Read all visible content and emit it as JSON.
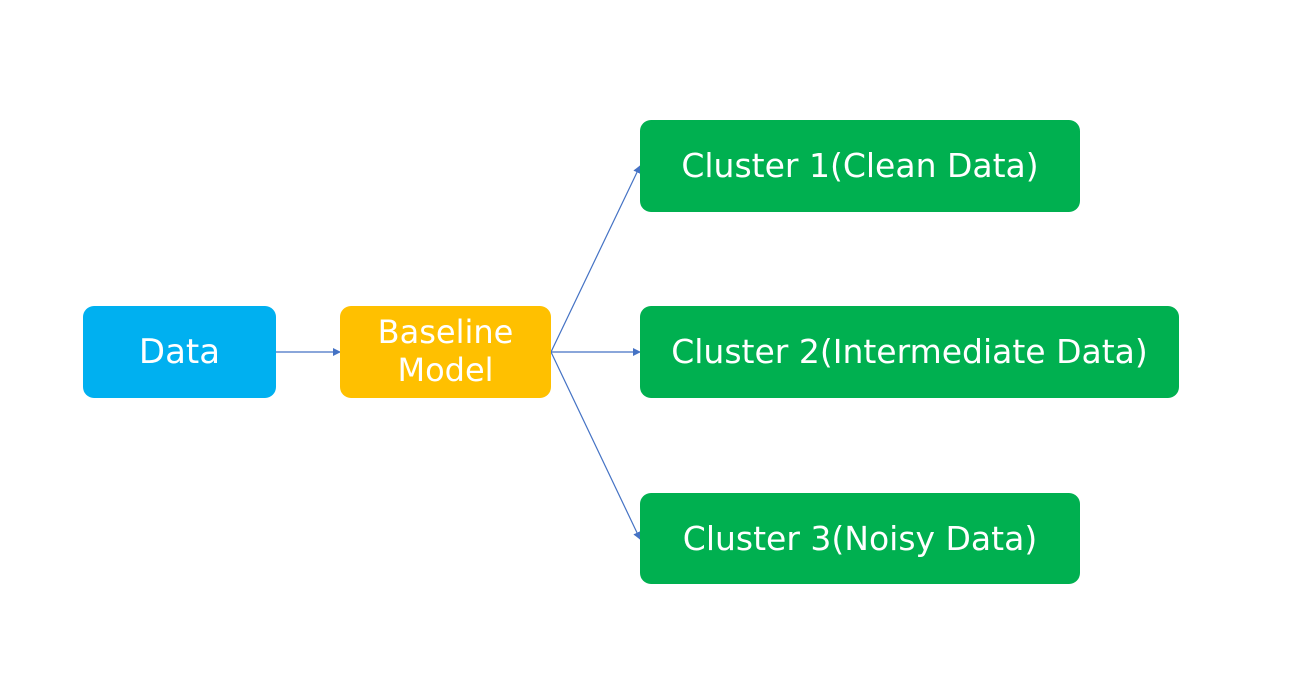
{
  "nodes": {
    "data": {
      "label": "Data"
    },
    "baseline": {
      "line1": "Baseline",
      "line2": "Model"
    },
    "cluster1": {
      "label": "Cluster 1(Clean Data)"
    },
    "cluster2": {
      "label": "Cluster 2(Intermediate Data)"
    },
    "cluster3": {
      "label": "Cluster 3(Noisy Data)"
    }
  },
  "colors": {
    "data": "#00B0F0",
    "baseline": "#FFC000",
    "cluster": "#00B050",
    "arrow": "#4472C4"
  }
}
